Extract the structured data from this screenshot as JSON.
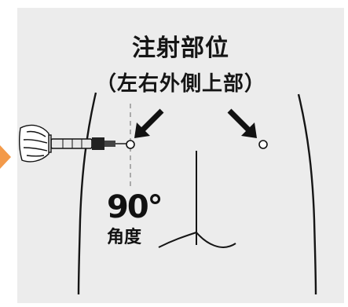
{
  "title": {
    "line1": "注射部位",
    "line2": "（左右外側上部）"
  },
  "angle": {
    "value": "90°",
    "label": "角度"
  },
  "colors": {
    "panel": "#ececec",
    "accent_arrow": "#f39a4a",
    "ink": "#151515",
    "guide_dashed": "#aaaaaa"
  },
  "icons": [
    "syringe-icon",
    "hand-icon",
    "injection-arrow-icon",
    "injection-site-marker-icon",
    "buttocks-outline-icon"
  ]
}
